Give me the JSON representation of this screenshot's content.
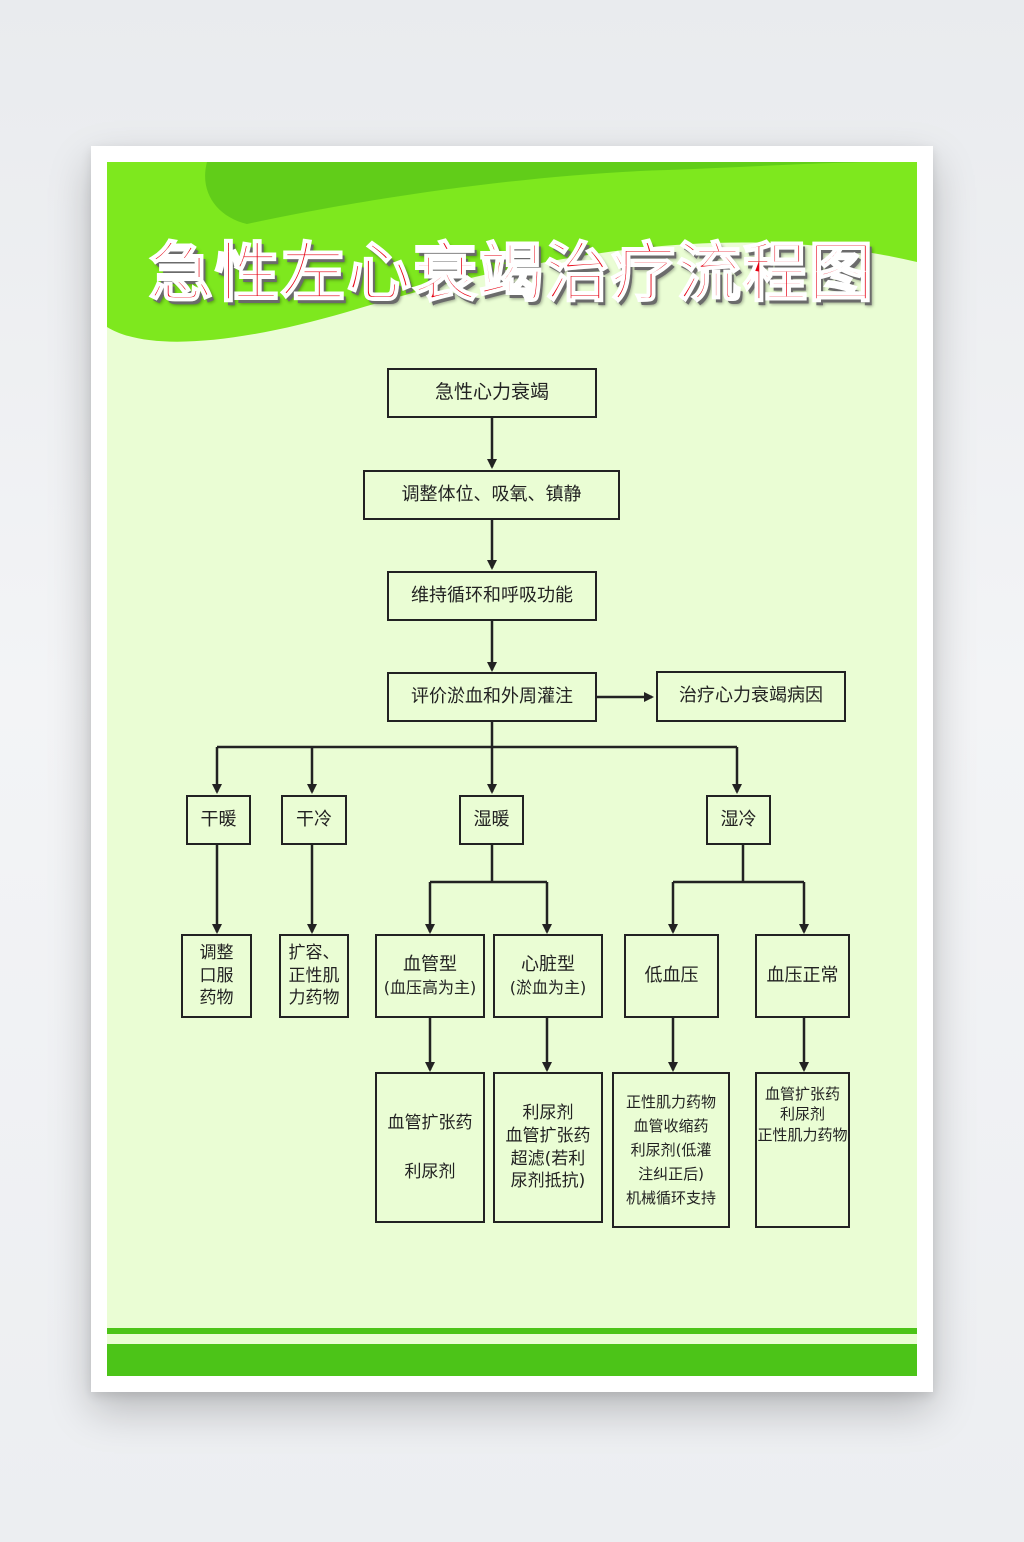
{
  "title": "急性左心衰竭治疗流程图",
  "colors": {
    "poster_bg": "#eafdd4",
    "header_green_light": "#7ee81e",
    "header_green_dark": "#55c416",
    "title_red": "#e60012",
    "bottom_bar": "#4cc418",
    "box_border": "#222222"
  },
  "flow": {
    "start": "急性心力衰竭",
    "step2": "调整体位、吸氧、镇静",
    "step3": "维持循环和呼吸功能",
    "step4": "评价淤血和外周灌注",
    "side": "治疗心力衰竭病因",
    "types": {
      "dry_warm": "干暖",
      "dry_cold": "干冷",
      "wet_warm": "湿暖",
      "wet_cold": "湿冷"
    },
    "dry_warm_tx": "调整\n口服\n药物",
    "dry_cold_tx": "扩容、\n正性肌\n力药物",
    "vascular": {
      "line1": "血管型",
      "line2": "(血压高为主)"
    },
    "cardiac": {
      "line1": "心脏型",
      "line2": "(淤血为主)"
    },
    "low_bp": "低血压",
    "normal_bp": "血压正常",
    "vascular_tx": {
      "line1": "血管扩张药",
      "line2": "利尿剂"
    },
    "cardiac_tx": "利尿剂\n血管扩张药\n超滤(若利\n尿剂抵抗)",
    "low_bp_tx": "正性肌力药物\n血管收缩药\n利尿剂(低灌\n注纠正后)\n机械循环支持",
    "normal_bp_tx": "血管扩张药\n利尿剂\n正性肌力药物"
  }
}
